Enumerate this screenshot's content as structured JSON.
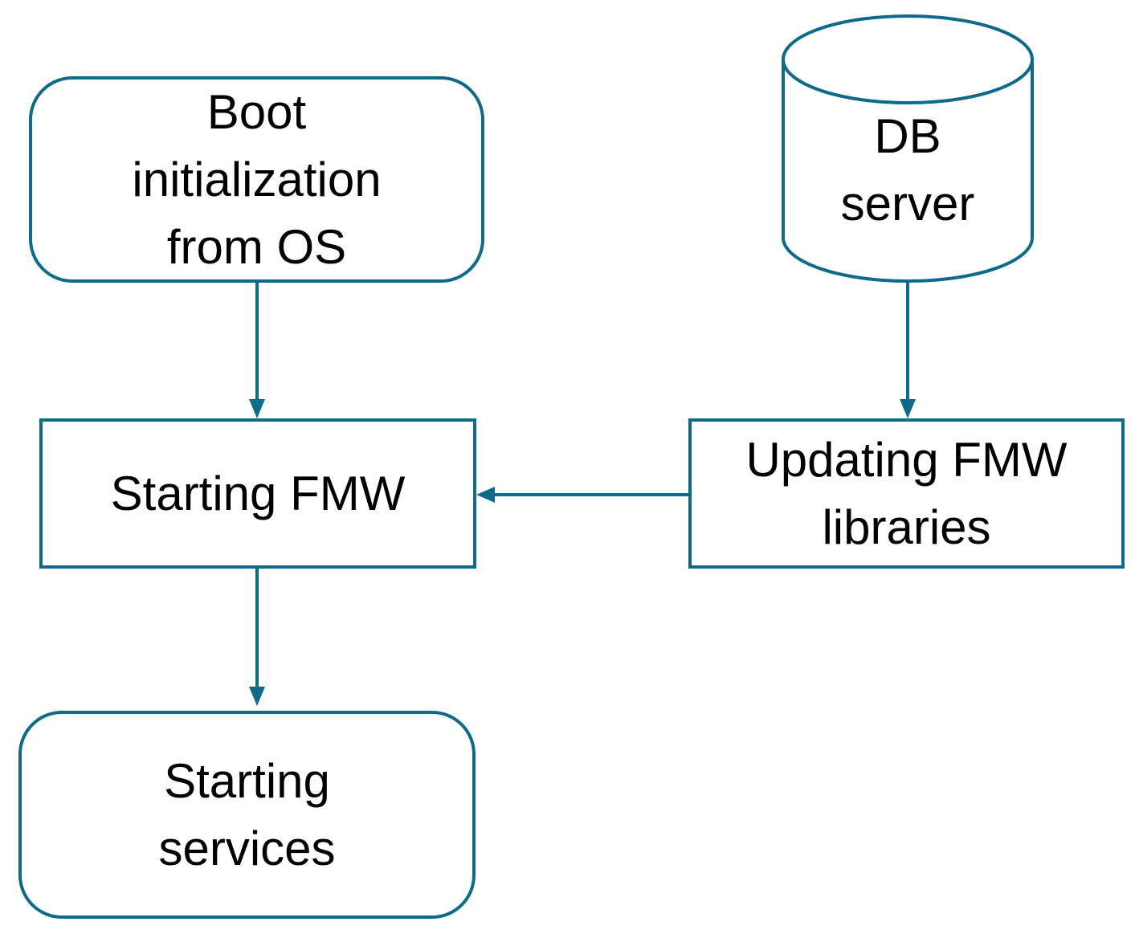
{
  "colors": {
    "stroke": "#0E6A8A",
    "text": "#000000",
    "background": "#FFFFFF"
  },
  "nodes": {
    "boot": {
      "shape": "rounded-rectangle",
      "lines": [
        "Boot",
        "initialization",
        "from OS"
      ]
    },
    "db_server": {
      "shape": "cylinder",
      "lines": [
        "DB",
        "server"
      ]
    },
    "starting_fmw": {
      "shape": "rectangle",
      "lines": [
        "Starting FMW"
      ]
    },
    "updating_fmw": {
      "shape": "rectangle",
      "lines": [
        "Updating FMW",
        "libraries"
      ]
    },
    "starting_services": {
      "shape": "rounded-rectangle",
      "lines": [
        "Starting",
        "services"
      ]
    }
  },
  "edges": [
    {
      "from": "boot",
      "to": "starting_fmw"
    },
    {
      "from": "db_server",
      "to": "updating_fmw"
    },
    {
      "from": "updating_fmw",
      "to": "starting_fmw"
    },
    {
      "from": "starting_fmw",
      "to": "starting_services"
    }
  ]
}
